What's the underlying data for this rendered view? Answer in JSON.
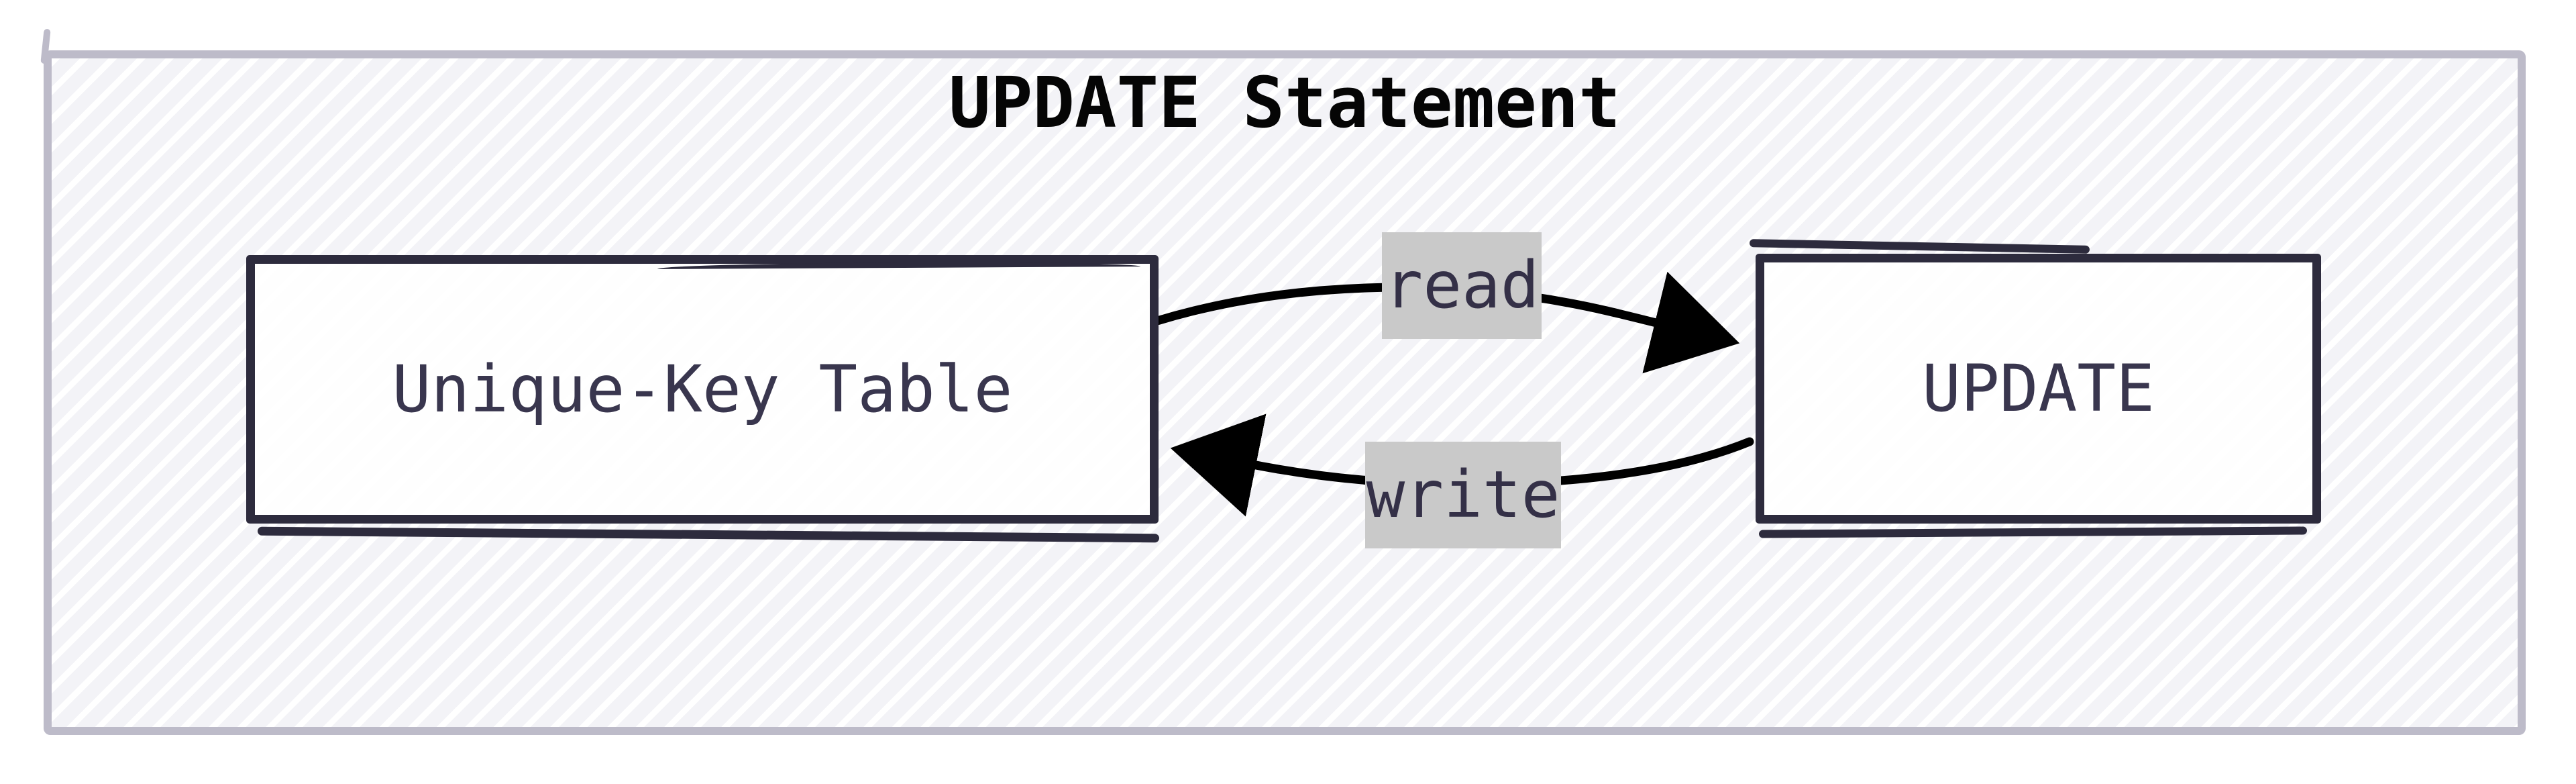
{
  "diagram": {
    "title": "UPDATE Statement",
    "nodes": [
      {
        "id": "unique-key-table",
        "label": "Unique-Key Table"
      },
      {
        "id": "update",
        "label": "UPDATE"
      }
    ],
    "edges": [
      {
        "from": "unique-key-table",
        "to": "update",
        "label": "read",
        "direction": "left-to-right"
      },
      {
        "from": "update",
        "to": "unique-key-table",
        "label": "write",
        "direction": "right-to-left"
      }
    ],
    "colors": {
      "background": "#ffffff",
      "frame_border": "#bdbbc9",
      "hatch_stripe": "#f3f3f7",
      "node_border": "#2d2b3d",
      "node_text": "#39364e",
      "title_text": "#050505",
      "arrow": "#000000",
      "edge_label_bg": "#c9c9c9",
      "edge_label_text": "#343047"
    }
  }
}
